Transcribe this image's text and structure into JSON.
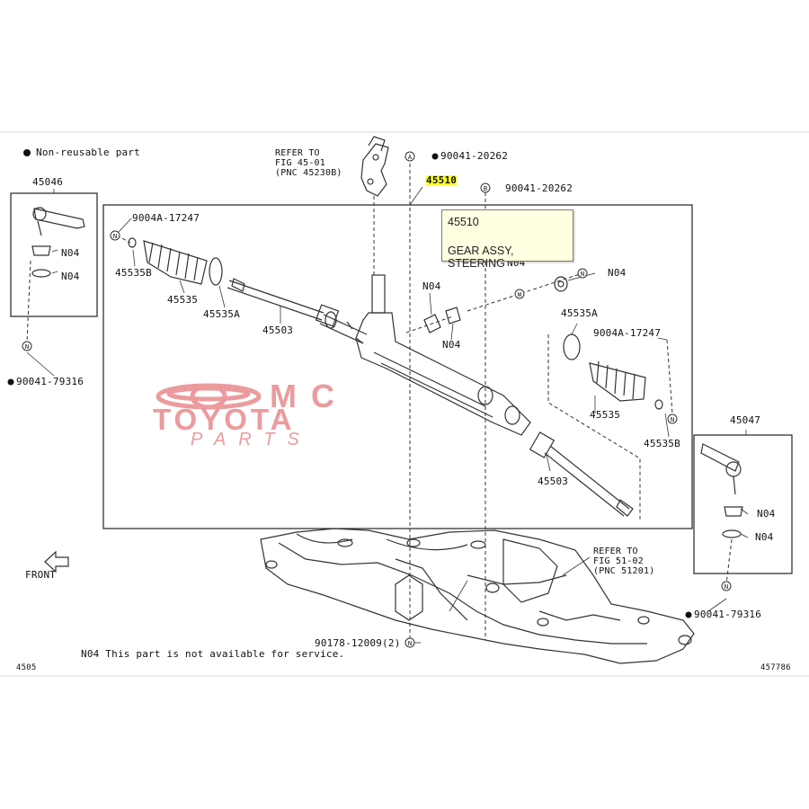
{
  "legend": {
    "non_reusable_text": "Non-reusable part"
  },
  "refs": {
    "ref1": [
      "REFER TO",
      "FIG 45-01",
      "(PNC 45230B)"
    ],
    "ref2": [
      "REFER TO",
      "FIG 51-02",
      "(PNC 51201)"
    ]
  },
  "parts": {
    "p45046": "45046",
    "p45047": "45047",
    "p45510": "45510",
    "p9004A_left": "9004A-17247",
    "p9004A_right": "9004A-17247",
    "p45535B_left": "45535B",
    "p45535B_right": "45535B",
    "p45535_left": "45535",
    "p45535_right": "45535",
    "p45535A_left": "45535A",
    "p45535A_right": "45535A",
    "p45503_left": "45503",
    "p45503_right": "45503",
    "pN04_mid1": "N04",
    "pN04_mid2": "N04",
    "pN04_mid3": "N04",
    "pN04_right": "N04",
    "pN04_l1": "N04",
    "pN04_l2": "N04",
    "pN04_r1": "N04",
    "pN04_r2": "N04",
    "p90041_20262_a": "90041-20262",
    "p90041_20262_b": "90041-20262",
    "p90041_79316_left": "90041-79316",
    "p90041_79316_right": "90041-79316",
    "p90178": "90178-12009(2)"
  },
  "circles": {
    "a": "A",
    "b": "B",
    "n": "N",
    "w": "W"
  },
  "front_label": "FRONT",
  "footer": {
    "note_code": "N04",
    "note_text": "This part is not available for service.",
    "left_code": "4505",
    "right_code": "457786"
  },
  "tooltip": {
    "number": "45510",
    "description": "GEAR ASSY, STEERING"
  },
  "watermark": {
    "line1": "MC",
    "line2": "TOYOTA",
    "line3": "PARTS"
  },
  "colors": {
    "highlight": "#ffff33",
    "tooltip_bg": "#ffffe1",
    "watermark": "#e88a8c"
  }
}
